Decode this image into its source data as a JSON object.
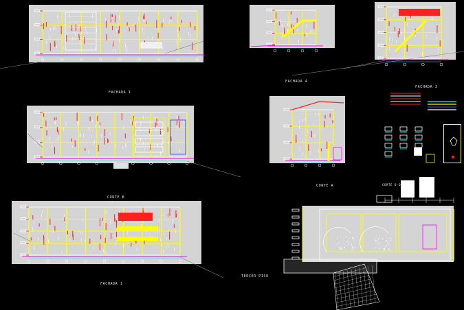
{
  "drawing_labels": {
    "fachada1_top": "FACHADA 1",
    "fachada4": "FACHADA 4",
    "fachada3": "FACHADA 3",
    "corte_b": "CORTE B",
    "corte_a": "CORTE A",
    "fachada1_bottom": "FACHADA 1",
    "tercer_piso": "TERCER PISO",
    "detail_caption": "CORTE D-D"
  },
  "colors": {
    "background": "#000000",
    "sheet": "#d4d4d4",
    "red": "#ff2020",
    "yellow": "#ffff00",
    "cyan": "#00ffff",
    "magenta": "#ff00ff",
    "blue": "#2040ff",
    "white": "#ffffff",
    "gray_line": "#888888"
  }
}
